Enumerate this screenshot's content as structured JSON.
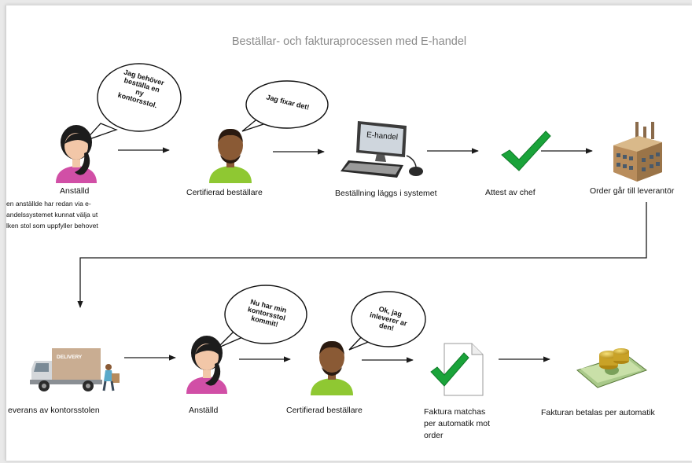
{
  "diagram": {
    "title": "Beställar- och fakturaprocessen med E-handel",
    "row1": {
      "employee_label": "Anställd",
      "employee_bubble": [
        "Jag behöver",
        "beställa en",
        "ny",
        "kontorsstol."
      ],
      "employee_note": [
        "en anställde har redan via e-",
        "andelssystemet kunnat välja ut",
        "lken stol som uppfyller behovet"
      ],
      "buyer_label": "Certifierad beställare",
      "buyer_bubble": [
        "Jag fixar det!"
      ],
      "system_label": "Beställning läggs i systemet",
      "system_screen_text": "E-handel",
      "approval_label": "Attest av chef",
      "supplier_label": "Order går till leverantör"
    },
    "row2": {
      "delivery_label": "everans av kontorsstolen",
      "delivery_truck_text": "DELIVERY",
      "employee_label": "Anställd",
      "employee_bubble": [
        "Nu har min",
        "kontorsstol",
        "kommit!"
      ],
      "buyer_label": "Certifierad beställare",
      "buyer_bubble": [
        "Ok, jag",
        "inleverer ar",
        "den!"
      ],
      "invoice_match_label": [
        "Faktura matchas",
        "per automatik mot",
        "order"
      ],
      "payment_label": "Fakturan betalas per automatik"
    },
    "colors": {
      "arrow": "#1a1a1a",
      "title": "#8a8a8a",
      "employee_shirt": "#d14fa6",
      "buyer_shirt": "#8fc832",
      "checkmark": "#1aa33a",
      "skin_light": "#f2c7a8",
      "skin_dark": "#8a5a35"
    }
  }
}
